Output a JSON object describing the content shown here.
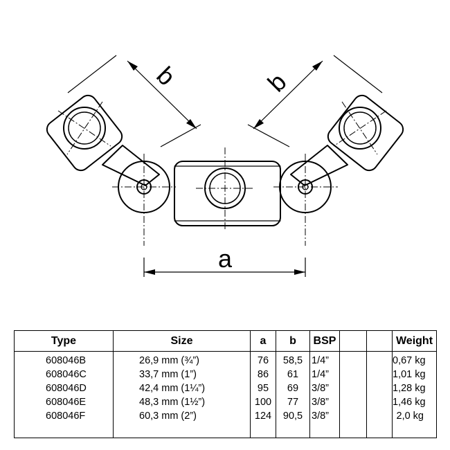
{
  "diagram": {
    "labels": {
      "a": "a",
      "b_left": "b",
      "b_right": "b"
    }
  },
  "table": {
    "headers": {
      "type": "Type",
      "size": "Size",
      "a": "a",
      "b": "b",
      "bsp": "BSP",
      "blank1": "",
      "blank2": "",
      "weight": "Weight"
    },
    "rows": [
      {
        "type": "608046B",
        "size": "26,9 mm (¾”)",
        "a": "76",
        "b": "58,5",
        "bsp": "1/4”",
        "weight": "0,67 kg"
      },
      {
        "type": "608046C",
        "size": "33,7 mm (1”)",
        "a": "86",
        "b": "61",
        "bsp": "1/4”",
        "weight": "1,01 kg"
      },
      {
        "type": "608046D",
        "size": "42,4 mm (1¼”)",
        "a": "95",
        "b": "69",
        "bsp": "3/8”",
        "weight": "1,28 kg"
      },
      {
        "type": "608046E",
        "size": "48,3 mm (1½”)",
        "a": "100",
        "b": "77",
        "bsp": "3/8”",
        "weight": "1,46 kg"
      },
      {
        "type": "608046F",
        "size": "60,3 mm (2”)",
        "a": "124",
        "b": "90,5",
        "bsp": "3/8”",
        "weight": "2,0 kg"
      }
    ]
  }
}
